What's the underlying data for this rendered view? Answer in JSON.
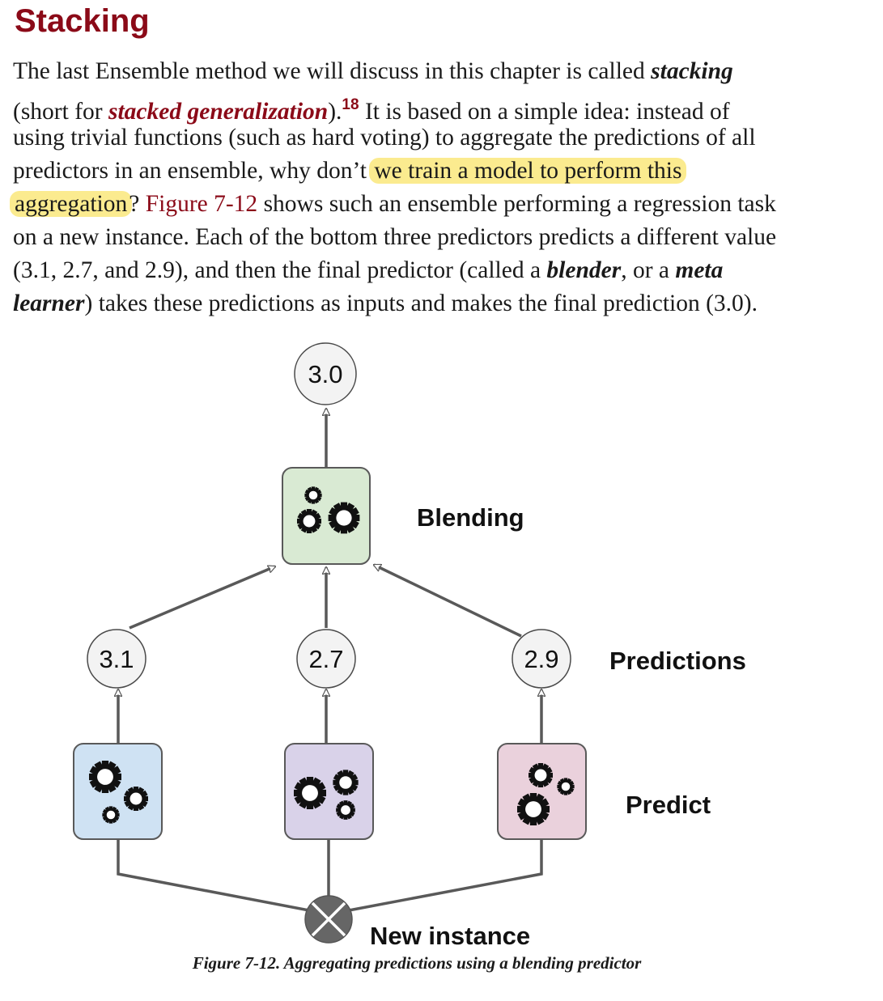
{
  "heading": "Stacking",
  "paragraph": {
    "l1_a": "The last Ensemble method we will discuss in this chapter is called ",
    "l1_b": "stacking",
    "l2_a": "(short for ",
    "l2_b": "stacked generalization",
    "l2_c": ").",
    "l2_fn": "18",
    "l2_d": " It is based on a simple idea: instead of",
    "l3": "using trivial functions (such as hard voting) to aggregate the predictions of all",
    "l4_a": "predictors in an ensemble, why don’t ",
    "l4_hl": "we train a model to perform this",
    "l5_hl": "aggregation",
    "l5_a": "? ",
    "l5_link": "Figure 7-12",
    "l5_b": " shows such an ensemble performing a regression task",
    "l6": "on a new instance. Each of the bottom three predictors predicts a different value",
    "l7_a": "(3.1, 2.7, and 2.9), and then the final predictor (called a ",
    "l7_b": "blender",
    "l7_c": ", or a ",
    "l7_d": "meta",
    "l8_a": "learner",
    "l8_b": ") takes these predictions as inputs and makes the final prediction (3.0)."
  },
  "figure": {
    "final_value": "3.0",
    "blending_label": "Blending",
    "predictions_label": "Predictions",
    "predict_label": "Predict",
    "new_instance_label": "New instance",
    "predictions": [
      "3.1",
      "2.7",
      "2.9"
    ],
    "colors": {
      "blender": "#d9ead3",
      "predictor_1": "#cfe2f3",
      "predictor_2": "#d9d2e9",
      "predictor_3": "#ead1dc",
      "circle_fill": "#f3f3f3",
      "line": "#595959",
      "instance": "#666666"
    }
  },
  "caption": "Figure 7-12. Aggregating predictions using a blending predictor"
}
